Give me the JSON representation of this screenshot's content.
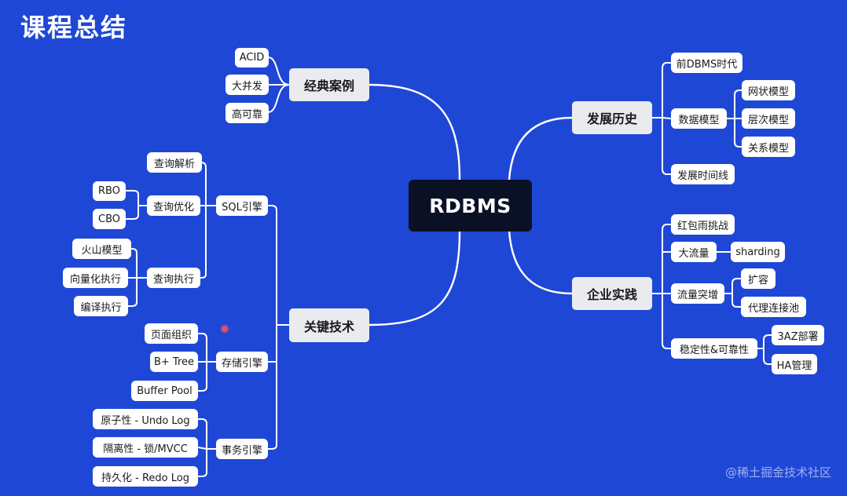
{
  "page_title": "课程总结",
  "watermark": "@稀土掘金技术社区",
  "root": "RDBMS",
  "left": {
    "classic_cases": {
      "label": "经典案例",
      "items": [
        "ACID",
        "大并发",
        "高可靠"
      ]
    },
    "key_tech": {
      "label": "关键技术",
      "sql_engine": {
        "label": "SQL引擎",
        "parse": "查询解析",
        "optimize": {
          "label": "查询优化",
          "items": [
            "RBO",
            "CBO"
          ]
        },
        "execute": {
          "label": "查询执行",
          "items": [
            "火山模型",
            "向量化执行",
            "编译执行"
          ]
        }
      },
      "storage_engine": {
        "label": "存储引擎",
        "items": [
          "页面组织",
          "B+ Tree",
          "Buffer Pool"
        ]
      },
      "txn_engine": {
        "label": "事务引擎",
        "items": [
          "原子性 - Undo Log",
          "隔离性 - 锁/MVCC",
          "持久化 - Redo Log"
        ]
      }
    }
  },
  "right": {
    "history": {
      "label": "发展历史",
      "pre_dbms": "前DBMS时代",
      "data_model": {
        "label": "数据模型",
        "items": [
          "网状模型",
          "层次模型",
          "关系模型"
        ]
      },
      "timeline": "发展时间线"
    },
    "practice": {
      "label": "企业实践",
      "red_packet": "红包雨挑战",
      "big_traffic": {
        "label": "大流量",
        "items": [
          "sharding"
        ]
      },
      "traffic_surge": {
        "label": "流量突增",
        "items": [
          "扩容",
          "代理连接池"
        ]
      },
      "stability": {
        "label": "稳定性&可靠性",
        "items": [
          "3AZ部署",
          "HA管理"
        ]
      }
    }
  }
}
